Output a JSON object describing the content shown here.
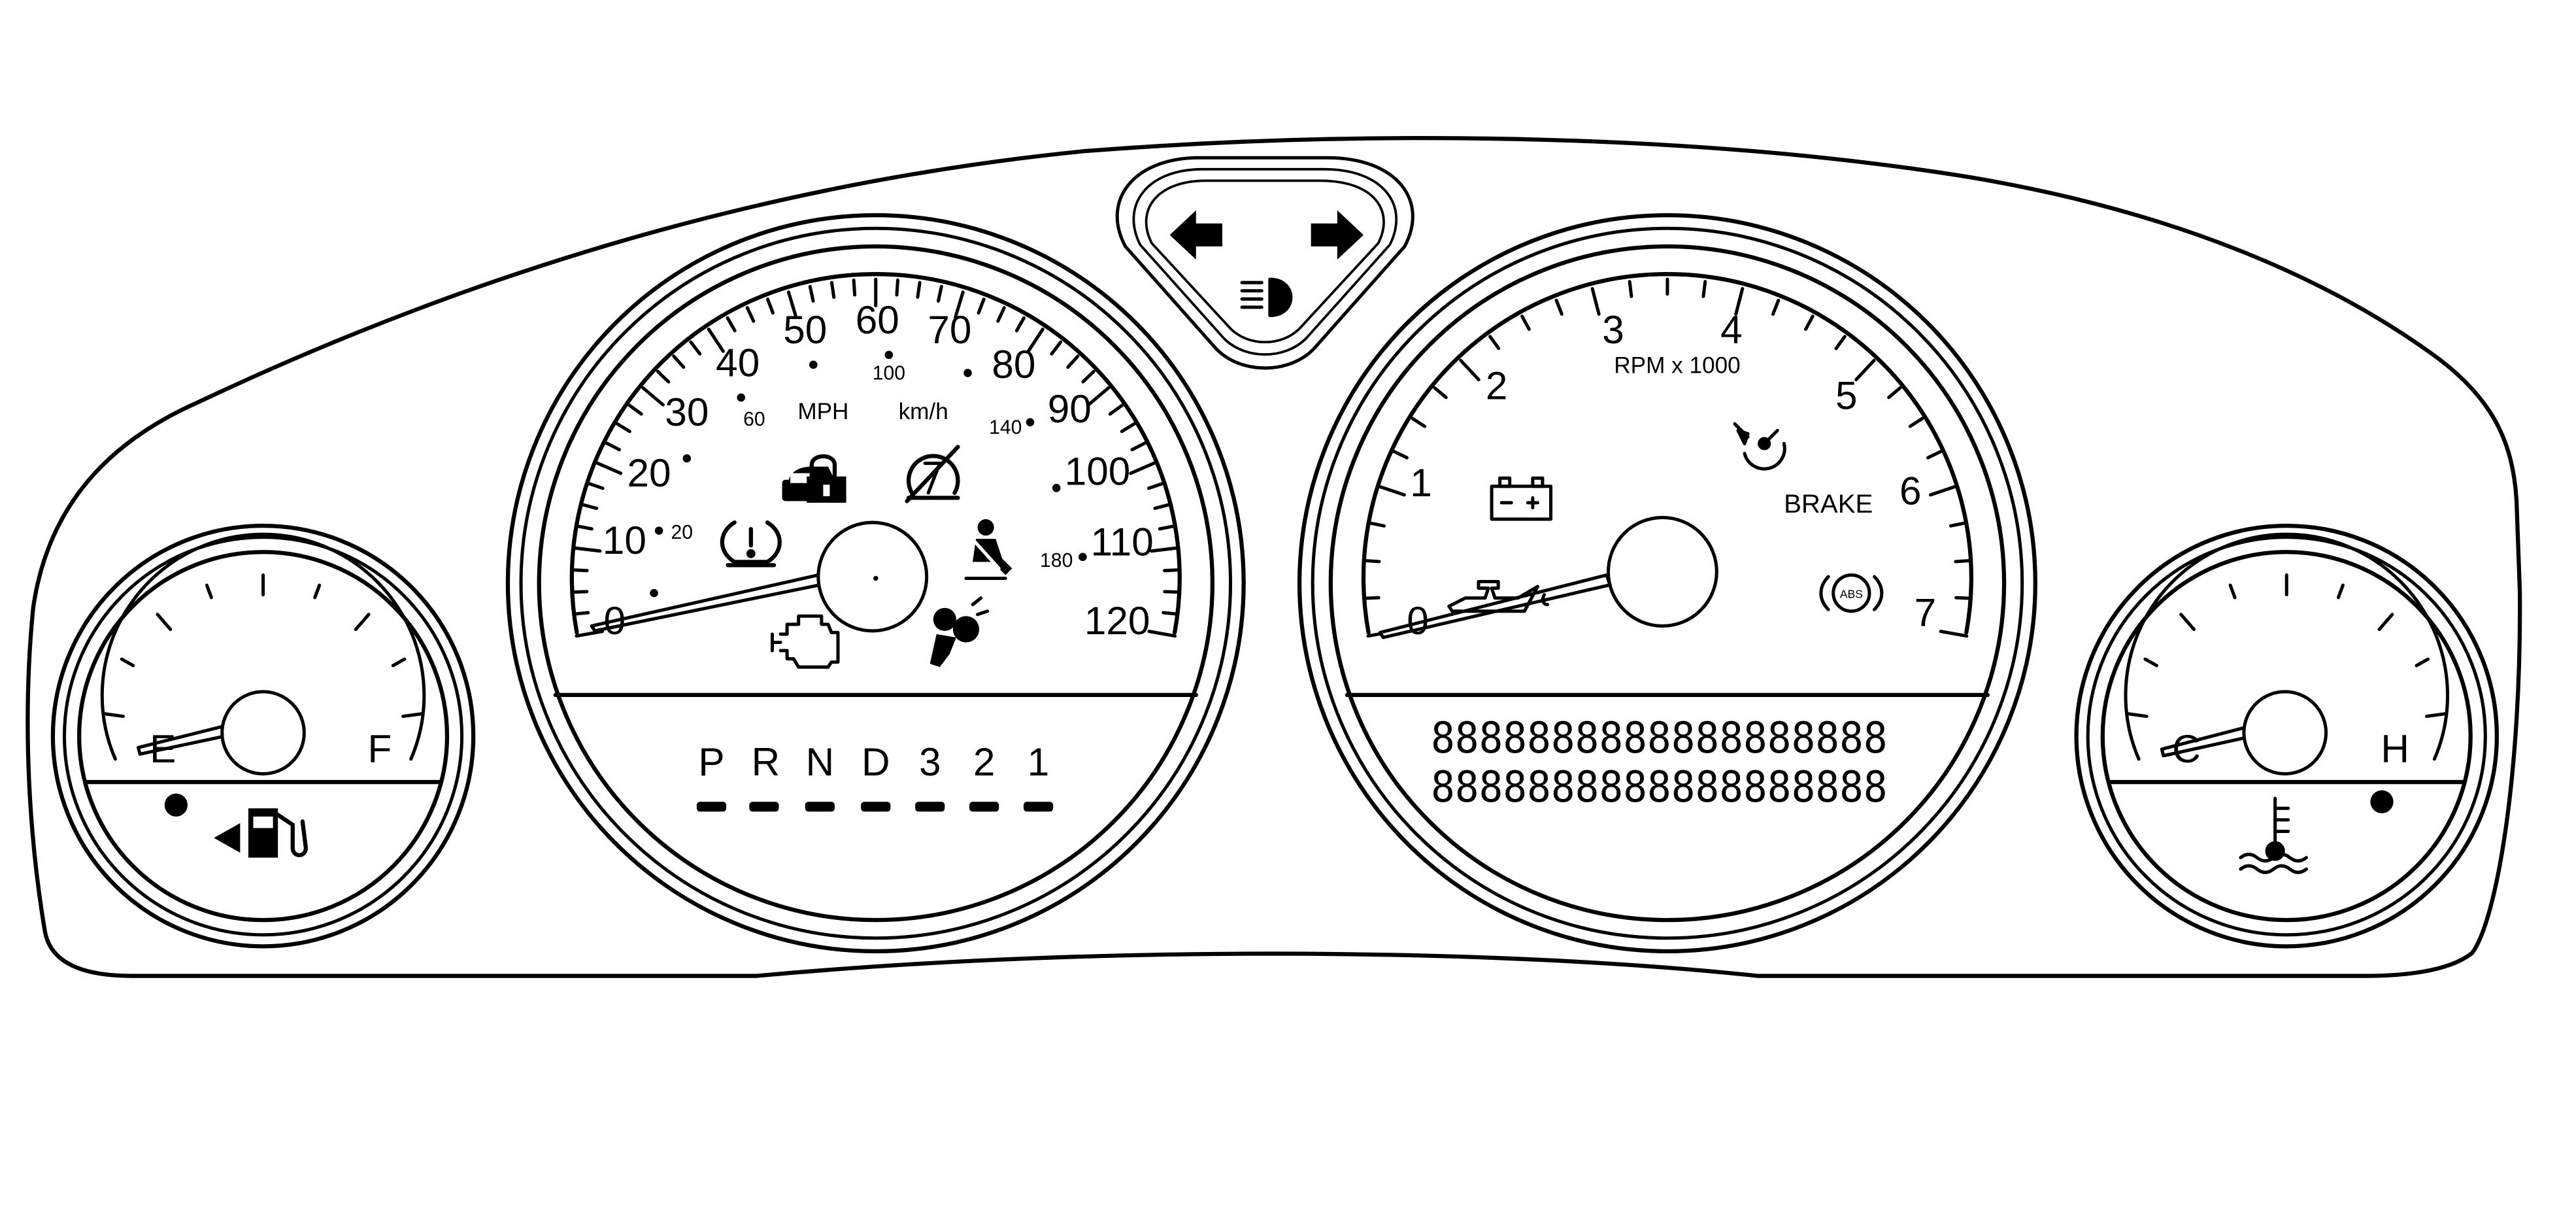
{
  "speedometer": {
    "mph_labels": [
      "0",
      "10",
      "20",
      "30",
      "40",
      "50",
      "60",
      "70",
      "80",
      "90",
      "100",
      "110",
      "120"
    ],
    "kmh_labels": [
      "20",
      "60",
      "100",
      "140",
      "180"
    ],
    "mph_unit": "MPH",
    "kmh_unit": "km/h"
  },
  "prndl": {
    "positions": [
      "P",
      "R",
      "N",
      "D",
      "3",
      "2",
      "1"
    ]
  },
  "tachometer": {
    "labels": [
      "0",
      "1",
      "2",
      "3",
      "4",
      "5",
      "6",
      "7"
    ],
    "unit": "RPM x 1000",
    "brake_label": "BRAKE",
    "abs_label": "ABS"
  },
  "fuel_gauge": {
    "empty_label": "E",
    "full_label": "F"
  },
  "temp_gauge": {
    "cold_label": "C",
    "hot_label": "H"
  },
  "dic_display": {
    "line1": "8888888888888888888",
    "line2": "8888888888888888888"
  },
  "icons": {
    "turn_left": "turn-signal-left-icon",
    "turn_right": "turn-signal-right-icon",
    "high_beam": "high-beam-icon",
    "security": "security-lock-icon",
    "cruise": "cruise-control-icon",
    "tire_pressure": "tire-pressure-icon",
    "seatbelt": "seatbelt-icon",
    "airbag": "airbag-icon",
    "check_engine": "check-engine-icon",
    "battery": "battery-icon",
    "oil": "oil-pressure-icon",
    "traction": "traction-control-icon",
    "abs": "abs-icon",
    "fuel": "fuel-pump-icon",
    "coolant": "coolant-temperature-icon"
  }
}
